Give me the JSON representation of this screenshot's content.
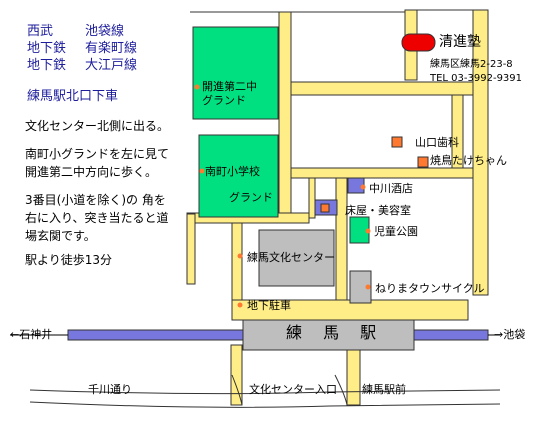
{
  "lines": {
    "seibu": "西武",
    "seibu_line": "池袋線",
    "subway1": "地下鉄",
    "subway1_line": "有楽町線",
    "subway2": "地下鉄",
    "subway2_line": "大江戸線"
  },
  "exit": "練馬駅北口下車",
  "directions": [
    "文化センター北側に出る。",
    "南町小グランドを左に見て",
    "開進第二中方向に歩く。",
    "3番目(小道を除く)の 角を",
    "右に入り、突き当たると道",
    "場玄関です。",
    "駅より徒歩13分"
  ],
  "school": {
    "name": "清進塾",
    "address": "練馬区練馬2-23-8",
    "tel": "TEL  03-3992-9391"
  },
  "places": {
    "kaishin_ground_line1": "開進第二中",
    "kaishin_ground_line2": "グランド",
    "minamicho_school": "南町小学校",
    "minamicho_ground": "グランド",
    "yamaguchi_dental": "山口歯科",
    "yakitori": "焼鳥たけちゃん",
    "nakagawa_liquor": "中川酒店",
    "barber": "床屋・美容室",
    "kids_park": "児童公園",
    "bunka_center": "練馬文化センター",
    "town_cycle": "ねりまタウンサイクル",
    "underground_parking": "地下駐車",
    "station": "練 馬 駅",
    "to_shakujii": "←石神井",
    "to_ikebukuro": "→池袋",
    "senkawa_street": "千川通り",
    "bunka_center_entrance": "文化センター入口",
    "nerima_ekimae": "練馬駅前"
  },
  "colors": {
    "road": "#ffee88",
    "green": "#00e080",
    "building": "#bebebe",
    "rail": "#7777dd",
    "marker_red": "#ee0000",
    "marker_orange": "#ff7a30",
    "navy_text": "#1c1c9c"
  }
}
